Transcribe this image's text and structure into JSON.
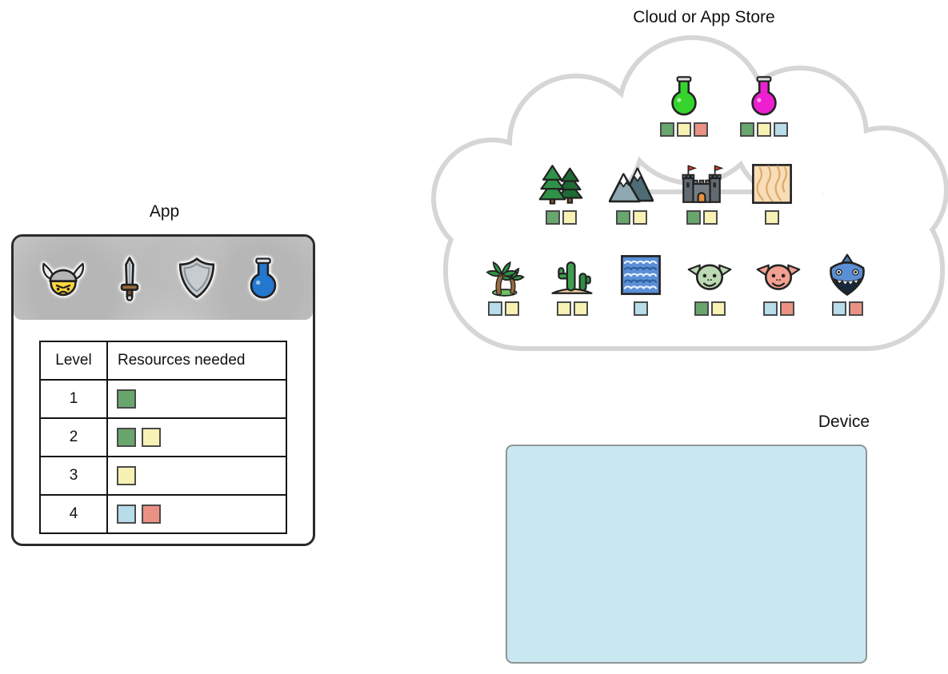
{
  "labels": {
    "cloud": "Cloud or App Store",
    "app": "App",
    "device": "Device"
  },
  "resource_colors": {
    "green": "#69a66d",
    "yellow": "#f7f2b4",
    "blue": "#b7dcea",
    "red": "#eb9184"
  },
  "icon_colors": {
    "blue-flask-icon": "#2377cf",
    "green-flask-icon": "#35d42c",
    "magenta-flask-icon": "#ee1fd0",
    "green-goblin-icon": "#bcd9b4",
    "red-goblin-icon": "#f2a191"
  },
  "app": {
    "header_icons": [
      "viking-helmet-icon",
      "sword-icon",
      "shield-icon",
      "blue-flask-icon"
    ],
    "table": {
      "headers": [
        "Level",
        "Resources needed"
      ],
      "rows": [
        {
          "level": "1",
          "resources": [
            "green"
          ]
        },
        {
          "level": "2",
          "resources": [
            "green",
            "yellow"
          ]
        },
        {
          "level": "3",
          "resources": [
            "yellow"
          ]
        },
        {
          "level": "4",
          "resources": [
            "blue",
            "red"
          ]
        }
      ]
    }
  },
  "cloud": {
    "rows": [
      {
        "items": [
          {
            "icon": "green-flask-icon",
            "resources": [
              "green",
              "yellow",
              "red"
            ]
          },
          {
            "icon": "magenta-flask-icon",
            "resources": [
              "green",
              "yellow",
              "blue"
            ]
          }
        ]
      },
      {
        "items": [
          {
            "icon": "pine-trees-icon",
            "resources": [
              "green",
              "yellow"
            ]
          },
          {
            "icon": "mountains-icon",
            "resources": [
              "green",
              "yellow"
            ]
          },
          {
            "icon": "castle-icon",
            "resources": [
              "green",
              "yellow"
            ]
          },
          {
            "icon": "sand-icon",
            "resources": [
              "yellow"
            ]
          }
        ]
      },
      {
        "items": [
          {
            "icon": "palm-trees-icon",
            "resources": [
              "blue",
              "yellow"
            ]
          },
          {
            "icon": "cactus-icon",
            "resources": [
              "yellow",
              "yellow"
            ]
          },
          {
            "icon": "water-icon",
            "resources": [
              "blue"
            ]
          },
          {
            "icon": "green-goblin-icon",
            "resources": [
              "green",
              "yellow"
            ]
          },
          {
            "icon": "red-goblin-icon",
            "resources": [
              "blue",
              "red"
            ]
          },
          {
            "icon": "shark-icon",
            "resources": [
              "blue",
              "red"
            ]
          }
        ]
      }
    ]
  }
}
